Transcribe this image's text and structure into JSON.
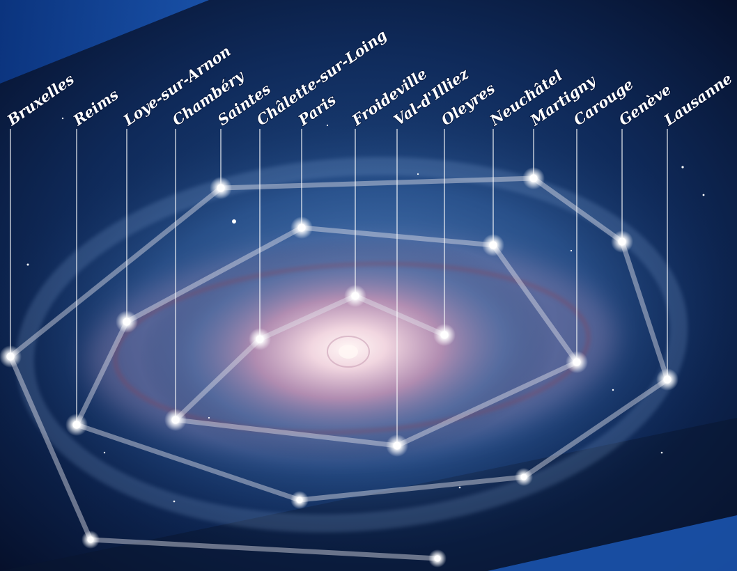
{
  "places": [
    {
      "id": "bruxelles",
      "name": "Bruxelles"
    },
    {
      "id": "reims",
      "name": "Reims"
    },
    {
      "id": "loye",
      "name": "Loye-sur-Arnon"
    },
    {
      "id": "chambery",
      "name": "Chambéry"
    },
    {
      "id": "saintes",
      "name": "Saintes"
    },
    {
      "id": "chalette",
      "name": "Châlette-sur-Loing"
    },
    {
      "id": "paris",
      "name": "Paris"
    },
    {
      "id": "froideville",
      "name": "Froideville"
    },
    {
      "id": "valdilliez",
      "name": "Val-d'Illiez"
    },
    {
      "id": "oleyres",
      "name": "Oleyres"
    },
    {
      "id": "neuchatel",
      "name": "Neuchâtel"
    },
    {
      "id": "martigny",
      "name": "Martigny"
    },
    {
      "id": "carouge",
      "name": "Carouge"
    },
    {
      "id": "geneve",
      "name": "Genève"
    },
    {
      "id": "lausanne",
      "name": "Lausanne"
    }
  ],
  "colors": {
    "space_deep": "#05102b",
    "space_blue": "#1f4f8f",
    "band_blue": "#1c4fa6",
    "galaxy_core": "#f6e8ec",
    "galaxy_pink": "#d9a9bf",
    "dust_red": "#a04a58",
    "label": "#ffffff"
  }
}
